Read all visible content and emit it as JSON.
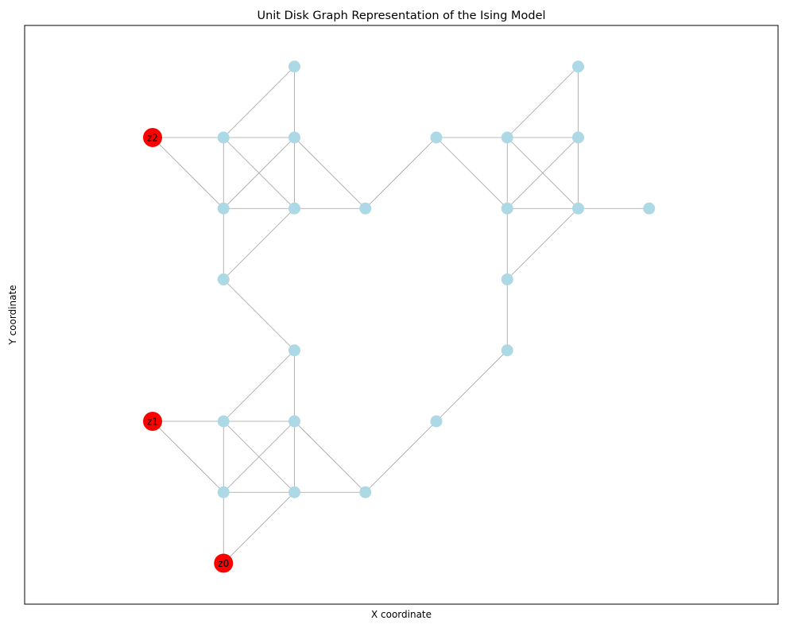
{
  "title": "Unit Disk Graph Representation of the Ising Model",
  "xlabel": "X coordinate",
  "ylabel": "Y coordinate",
  "colors": {
    "regular_node": "#add8e6",
    "special_node": "#ff0000",
    "edge": "#a0a0a0",
    "frame": "#000000"
  },
  "chart_data": {
    "type": "graph",
    "title": "Unit Disk Graph Representation of the Ising Model",
    "xlabel": "X coordinate",
    "ylabel": "Y coordinate",
    "grid": false,
    "nodes": [
      {
        "id": "z0",
        "x": 1,
        "y": 0,
        "label": "z0",
        "special": true
      },
      {
        "id": "z1",
        "x": 0,
        "y": 2,
        "label": "z1",
        "special": true
      },
      {
        "id": "z2",
        "x": 0,
        "y": 6,
        "label": "z2",
        "special": true
      },
      {
        "id": "a1",
        "x": 2,
        "y": 7,
        "label": ""
      },
      {
        "id": "a2",
        "x": 1,
        "y": 6,
        "label": ""
      },
      {
        "id": "a3",
        "x": 2,
        "y": 6,
        "label": ""
      },
      {
        "id": "a4",
        "x": 1,
        "y": 5,
        "label": ""
      },
      {
        "id": "a5",
        "x": 2,
        "y": 5,
        "label": ""
      },
      {
        "id": "a6",
        "x": 3,
        "y": 5,
        "label": ""
      },
      {
        "id": "a7",
        "x": 1,
        "y": 4,
        "label": ""
      },
      {
        "id": "a8",
        "x": 2,
        "y": 3,
        "label": ""
      },
      {
        "id": "b1",
        "x": 1,
        "y": 2,
        "label": ""
      },
      {
        "id": "b2",
        "x": 2,
        "y": 2,
        "label": ""
      },
      {
        "id": "b3",
        "x": 1,
        "y": 1,
        "label": ""
      },
      {
        "id": "b4",
        "x": 2,
        "y": 1,
        "label": ""
      },
      {
        "id": "b5",
        "x": 3,
        "y": 1,
        "label": ""
      },
      {
        "id": "b6",
        "x": 4,
        "y": 2,
        "label": ""
      },
      {
        "id": "c1",
        "x": 5,
        "y": 3,
        "label": ""
      },
      {
        "id": "c2",
        "x": 5,
        "y": 4,
        "label": ""
      },
      {
        "id": "d1",
        "x": 4,
        "y": 6,
        "label": ""
      },
      {
        "id": "d2",
        "x": 5,
        "y": 6,
        "label": ""
      },
      {
        "id": "d3",
        "x": 6,
        "y": 6,
        "label": ""
      },
      {
        "id": "d4",
        "x": 6,
        "y": 7,
        "label": ""
      },
      {
        "id": "d5",
        "x": 5,
        "y": 5,
        "label": ""
      },
      {
        "id": "d6",
        "x": 6,
        "y": 5,
        "label": ""
      },
      {
        "id": "d7",
        "x": 7,
        "y": 5,
        "label": ""
      }
    ],
    "edges": [
      [
        "z2",
        "a2"
      ],
      [
        "z2",
        "a4"
      ],
      [
        "a1",
        "a2"
      ],
      [
        "a1",
        "a3"
      ],
      [
        "a2",
        "a3"
      ],
      [
        "a2",
        "a4"
      ],
      [
        "a2",
        "a5"
      ],
      [
        "a3",
        "a4"
      ],
      [
        "a3",
        "a5"
      ],
      [
        "a3",
        "a6"
      ],
      [
        "a4",
        "a5"
      ],
      [
        "a4",
        "a7"
      ],
      [
        "a5",
        "a6"
      ],
      [
        "a5",
        "a7"
      ],
      [
        "a6",
        "d1"
      ],
      [
        "a7",
        "a8"
      ],
      [
        "a8",
        "b1"
      ],
      [
        "a8",
        "b2"
      ],
      [
        "z1",
        "b1"
      ],
      [
        "z1",
        "b3"
      ],
      [
        "b1",
        "b2"
      ],
      [
        "b1",
        "b3"
      ],
      [
        "b1",
        "b4"
      ],
      [
        "b2",
        "b3"
      ],
      [
        "b2",
        "b4"
      ],
      [
        "b2",
        "b5"
      ],
      [
        "b3",
        "b4"
      ],
      [
        "b3",
        "z0"
      ],
      [
        "b4",
        "b5"
      ],
      [
        "b4",
        "z0"
      ],
      [
        "b5",
        "b6"
      ],
      [
        "b6",
        "c1"
      ],
      [
        "c1",
        "c2"
      ],
      [
        "c2",
        "d5"
      ],
      [
        "c2",
        "d6"
      ],
      [
        "d1",
        "d2"
      ],
      [
        "d1",
        "d5"
      ],
      [
        "d2",
        "d3"
      ],
      [
        "d2",
        "d4"
      ],
      [
        "d2",
        "d5"
      ],
      [
        "d2",
        "d6"
      ],
      [
        "d3",
        "d4"
      ],
      [
        "d3",
        "d5"
      ],
      [
        "d3",
        "d6"
      ],
      [
        "d5",
        "d6"
      ],
      [
        "d6",
        "d7"
      ]
    ]
  }
}
